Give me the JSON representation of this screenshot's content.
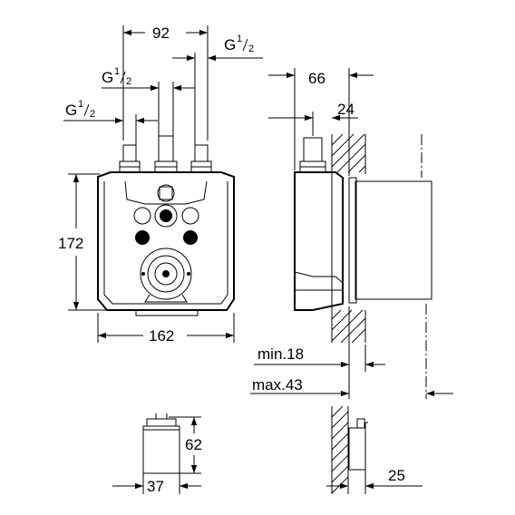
{
  "dimensions": {
    "d92": "92",
    "d66": "66",
    "d24": "24",
    "d172": "172",
    "d162": "162",
    "min18": "min.18",
    "max43": "max.43",
    "d62": "62",
    "d37": "37",
    "d25": "25"
  },
  "thread_labels": [
    {
      "letter": "G",
      "numerator": "1",
      "denominator": "2"
    },
    {
      "letter": "G",
      "numerator": "1",
      "denominator": "2"
    },
    {
      "letter": "G",
      "numerator": "1",
      "denominator": "2"
    }
  ],
  "colors": {
    "line": "#000000",
    "background": "#ffffff"
  }
}
